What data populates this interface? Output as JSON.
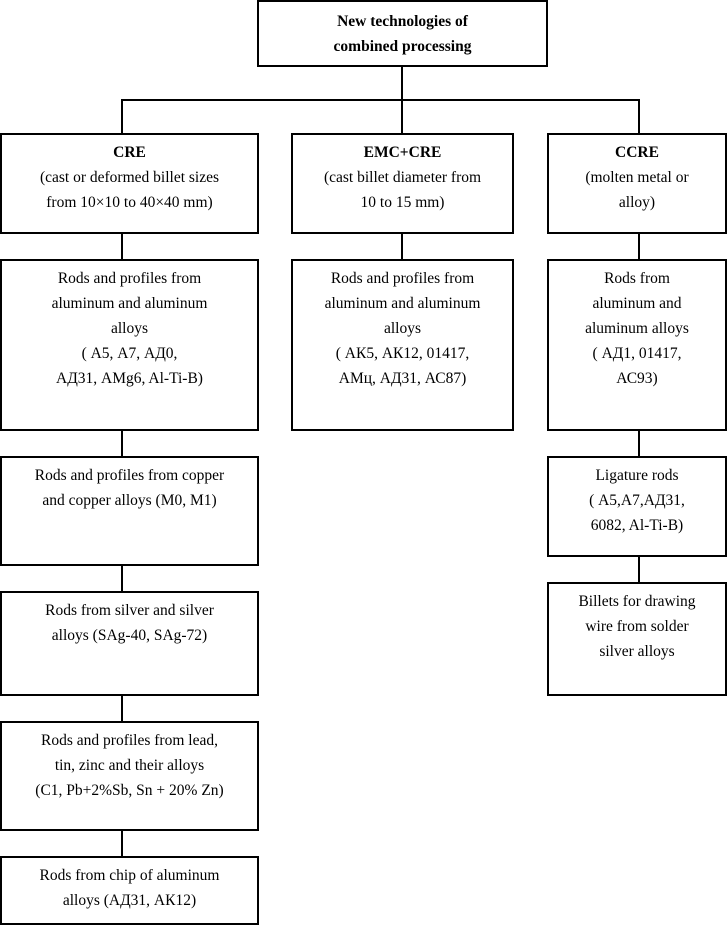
{
  "diagram": {
    "title_box": {
      "lines": [
        "New technologies of",
        "combined processing"
      ]
    },
    "branches": [
      {
        "key": "cre",
        "header": {
          "title": "CRE",
          "lines": [
            "(cast or deformed billet sizes",
            "from 10×10 to 40×40 mm)"
          ]
        },
        "boxes": [
          {
            "name": "aluminum-rods-profiles",
            "lines": [
              "Rods and profiles from",
              "aluminum and aluminum",
              "alloys",
              "( А5, А7, АД0,",
              "АД31, АMg6, Al-Ti-B)"
            ]
          },
          {
            "name": "copper-rods-profiles",
            "lines": [
              "Rods and profiles from copper",
              "and copper alloys (M0, M1)"
            ]
          },
          {
            "name": "silver-rods",
            "lines": [
              "Rods from silver and silver",
              "alloys (SAg-40, SAg-72)"
            ]
          },
          {
            "name": "lead-tin-zinc-rods-profiles",
            "lines": [
              "Rods and profiles from lead,",
              "tin, zinc and their alloys",
              "(C1, Pb+2%Sb, Sn + 20% Zn)"
            ]
          },
          {
            "name": "chip-aluminum-rods",
            "lines": [
              "Rods from chip of aluminum",
              "alloys (АД31, АК12)"
            ]
          }
        ]
      },
      {
        "key": "emc-cre",
        "header": {
          "title": "EMC+CRE",
          "lines": [
            "(cast billet diameter from",
            "10 to 15 mm)"
          ]
        },
        "boxes": [
          {
            "name": "aluminum-rods-profiles",
            "lines": [
              "Rods and profiles from",
              "aluminum and aluminum",
              "alloys",
              "( АК5, АК12, 01417,",
              "АМц, АД31, АС87)"
            ]
          }
        ]
      },
      {
        "key": "ccre",
        "header": {
          "title": "CCRE",
          "lines": [
            "(molten metal or",
            "alloy)"
          ]
        },
        "boxes": [
          {
            "name": "aluminum-rods",
            "lines": [
              "Rods from",
              "aluminum and",
              "aluminum alloys",
              "( АД1, 01417,",
              "АС93)"
            ]
          },
          {
            "name": "ligature-rods",
            "lines": [
              "Ligature rods",
              "( А5,А7,АД31,",
              "6082, Al-Ti-B)"
            ]
          },
          {
            "name": "solder-silver-billets",
            "lines": [
              "Billets for drawing",
              "wire from solder",
              "silver alloys"
            ]
          }
        ]
      }
    ],
    "colors": {
      "border": "#000000",
      "background": "#ffffff",
      "text": "#000000"
    }
  }
}
